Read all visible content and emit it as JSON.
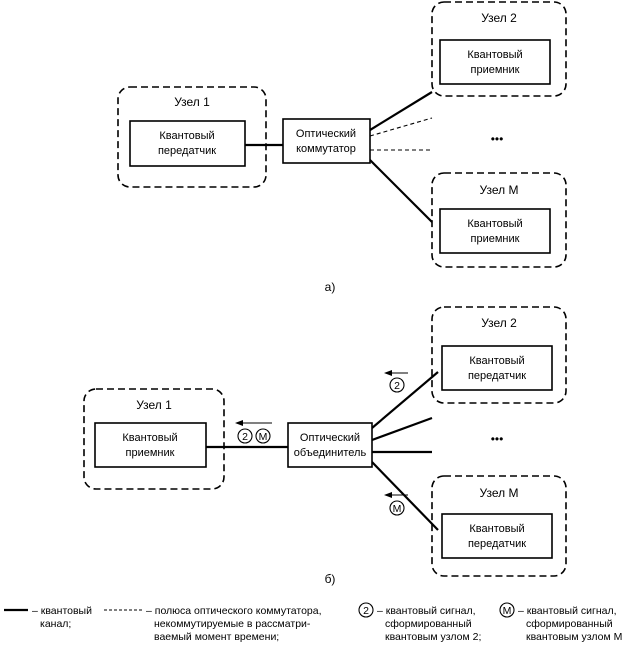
{
  "diagram_a": {
    "caption": "а)",
    "node1": {
      "title": "Узел 1",
      "device": [
        "Квантовый",
        "передатчик"
      ]
    },
    "center": [
      "Оптический",
      "коммутатор"
    ],
    "node2": {
      "title": "Узел 2",
      "device": [
        "Квантовый",
        "приемник"
      ]
    },
    "nodeM": {
      "title": "Узел М",
      "device": [
        "Квантовый",
        "приемник"
      ]
    },
    "ellipsis": "•••"
  },
  "diagram_b": {
    "caption": "б)",
    "node1": {
      "title": "Узел 1",
      "device": [
        "Квантовый",
        "приемник"
      ]
    },
    "center": [
      "Оптический",
      "объединитель"
    ],
    "node2": {
      "title": "Узел 2",
      "device": [
        "Квантовый",
        "передатчик"
      ]
    },
    "nodeM": {
      "title": "Узел М",
      "device": [
        "Квантовый",
        "передатчик"
      ]
    },
    "ellipsis": "•••",
    "signal_2": "2",
    "signal_M": "М"
  },
  "legend": {
    "solid": [
      "– квантовый",
      "канал;"
    ],
    "dashed": [
      "– полюса оптического коммутатора,",
      "некоммутируемые в рассматри-",
      "ваемый момент времени;"
    ],
    "sig2_symbol": "2",
    "sig2": [
      "– квантовый сигнал,",
      "сформированный",
      "квантовым узлом 2;"
    ],
    "sigM_symbol": "М",
    "sigM": [
      "– квантовый сигнал,",
      "сформированный",
      "квантовым узлом М"
    ]
  }
}
